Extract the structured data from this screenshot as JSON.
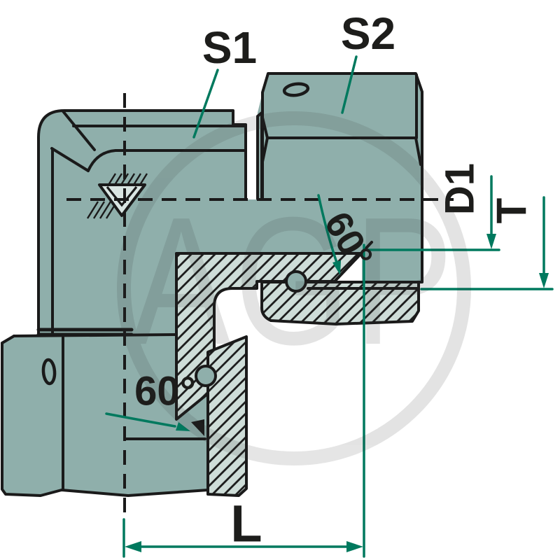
{
  "drawing": {
    "type": "technical-cross-section",
    "subject": "90-degree adjustable elbow fitting, half-section view",
    "labels": {
      "s1": "S1",
      "s2": "S2",
      "d1": "D1",
      "t": "T",
      "l": "L",
      "angle_upper": "60°",
      "angle_lower": "60°"
    },
    "watermark": "AGP",
    "colors": {
      "body_fill": "#8FAFAB",
      "section_fill": "#CEDDD8",
      "symbol_fill": "#D9E5E2",
      "line": "#1A1A1A",
      "dimension_green": "#00795E",
      "watermark_gray": "#DFE2E1"
    }
  }
}
